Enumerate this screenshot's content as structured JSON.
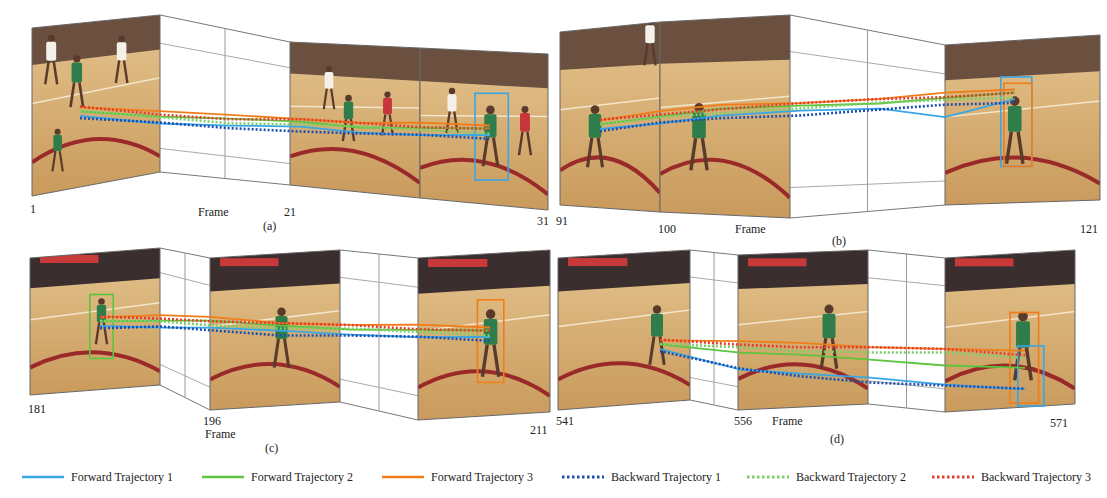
{
  "diagram": {
    "labels": [
      "1",
      "Frame",
      "21",
      "31",
      "(a)",
      "91",
      "100",
      "Frame",
      "121",
      "(b)",
      "181",
      "196",
      "Frame",
      "211",
      "(c)",
      "541",
      "556",
      "Frame",
      "571",
      "(d)"
    ],
    "legend": [
      {
        "text": "Forward Trajectory 1"
      },
      {
        "text": "Forward Trajectory 2"
      },
      {
        "text": "Forward Trajectory 3"
      },
      {
        "text": "Backward Trajectory 1"
      },
      {
        "text": "Backward Trajectory 2"
      },
      {
        "text": "Backward Trajectory 3"
      }
    ]
  }
}
